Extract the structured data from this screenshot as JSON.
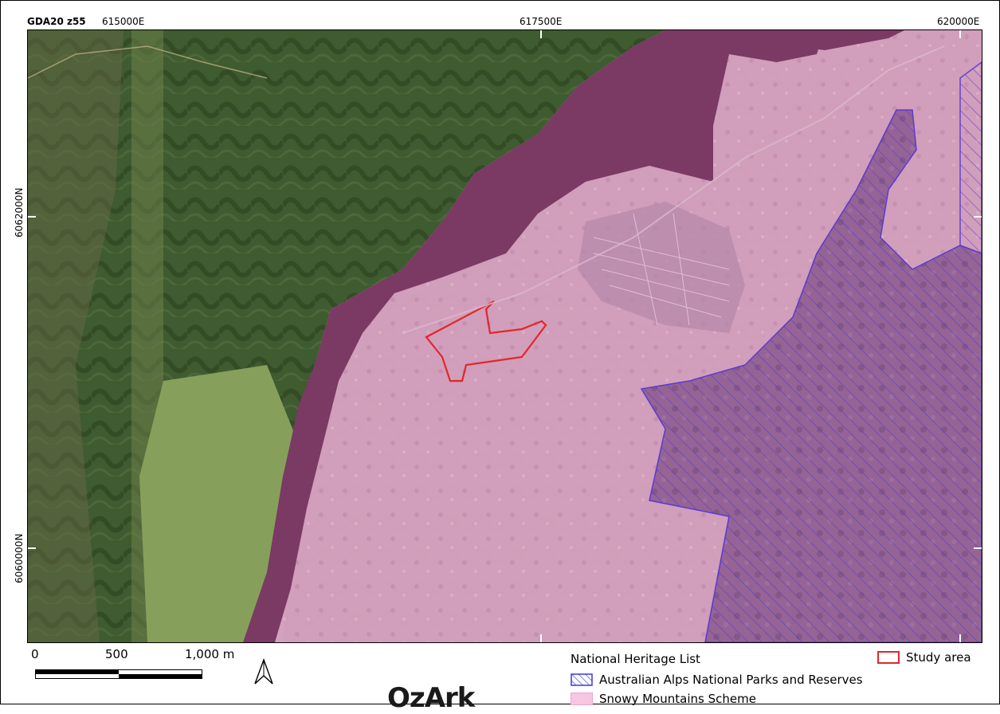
{
  "grid": {
    "crs": "GDA20 z55",
    "eastings": [
      "615000E",
      "617500E",
      "620000E"
    ],
    "northings": [
      "6062000N",
      "6060000N"
    ]
  },
  "scalebar": {
    "labels": [
      "0",
      "500",
      "1,000 m"
    ]
  },
  "north_arrow": {
    "icon": "north-arrow-icon"
  },
  "legend": {
    "heading": "National Heritage List",
    "items": [
      {
        "label": "Australian Alps National Parks and Reserves",
        "color": "#3b3bd6",
        "style": "hatched"
      },
      {
        "label": "Snowy Mountains Scheme",
        "color": "#f6c6e2",
        "style": "fill"
      }
    ],
    "study_area": {
      "label": "Study area",
      "color": "#e3262b"
    }
  },
  "logo": {
    "text": "OzArk"
  },
  "colors": {
    "forest": "#3e5a2e",
    "pasture": "#8aa062",
    "water": "#7a3a62",
    "heritage_pink": "#d89cc0",
    "alps_purple": "#6a4a9a"
  }
}
